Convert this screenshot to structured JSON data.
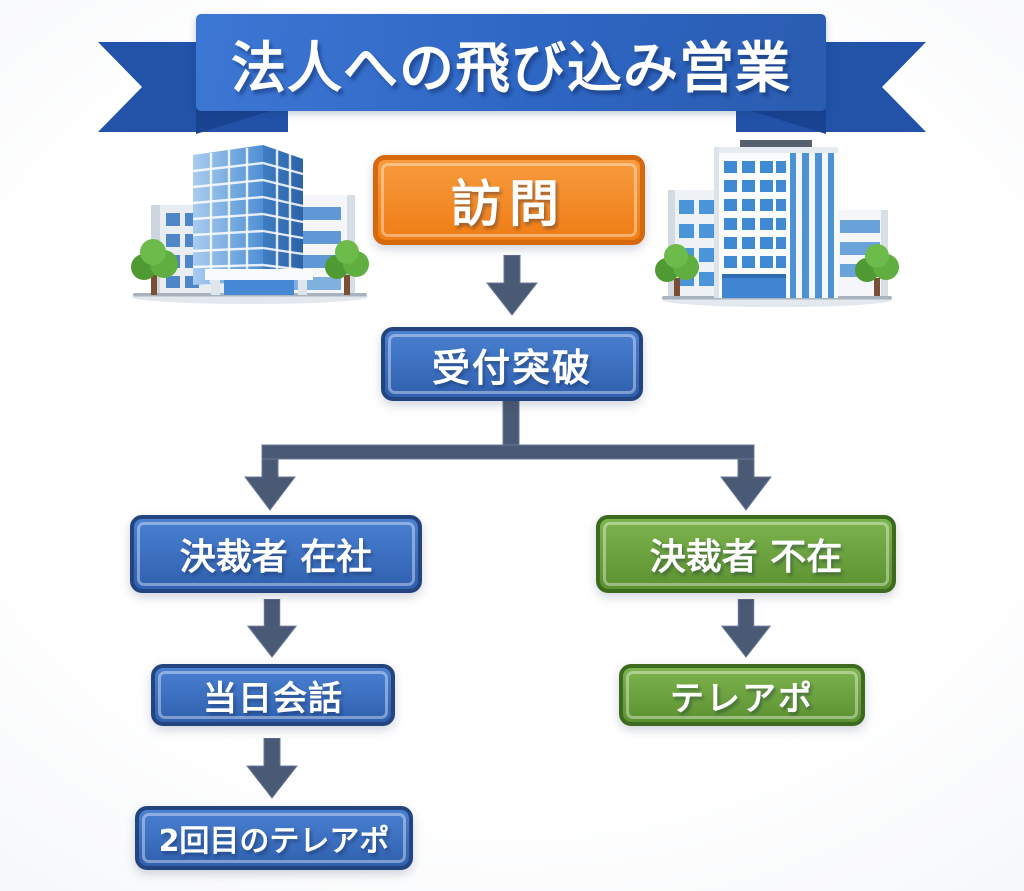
{
  "banner": {
    "title": "法人への飛び込み営業"
  },
  "flow": {
    "visit": "訪問",
    "reception": "受付突破",
    "decision_maker_present": "決裁者 在社",
    "decision_maker_absent": "決裁者 不在",
    "same_day_talk": "当日会話",
    "second_tele_appointment": "2回目のテレアポ",
    "tele_appointment": "テレアポ"
  },
  "icons": {
    "banner_ribbon": "ribbon-banner-icon",
    "building_left": "office-building-icon",
    "building_right": "office-building-icon",
    "arrows": "down-arrow-icon",
    "connector": "branch-connector-icon"
  },
  "colors": {
    "banner_blue": "#2e66c3",
    "banner_blue_light": "#3d77d4",
    "banner_blue_deep": "#2a5cb0",
    "banner_tail": "#2253a9",
    "banner_fold": "#1a4392",
    "orange_fill": "#ef7d15",
    "orange_fill_light": "#f79b3e",
    "orange_border": "#d6680e",
    "blue_fill_light": "#4a80d0",
    "blue_fill_dark": "#3060b0",
    "blue_border": "#24447f",
    "green_fill_light": "#7db44e",
    "green_fill_dark": "#5c9130",
    "green_border": "#3d6a1e",
    "arrow_color": "#4b5a74",
    "arrow_edge": "#68789a",
    "background": "#fdfdfe"
  }
}
